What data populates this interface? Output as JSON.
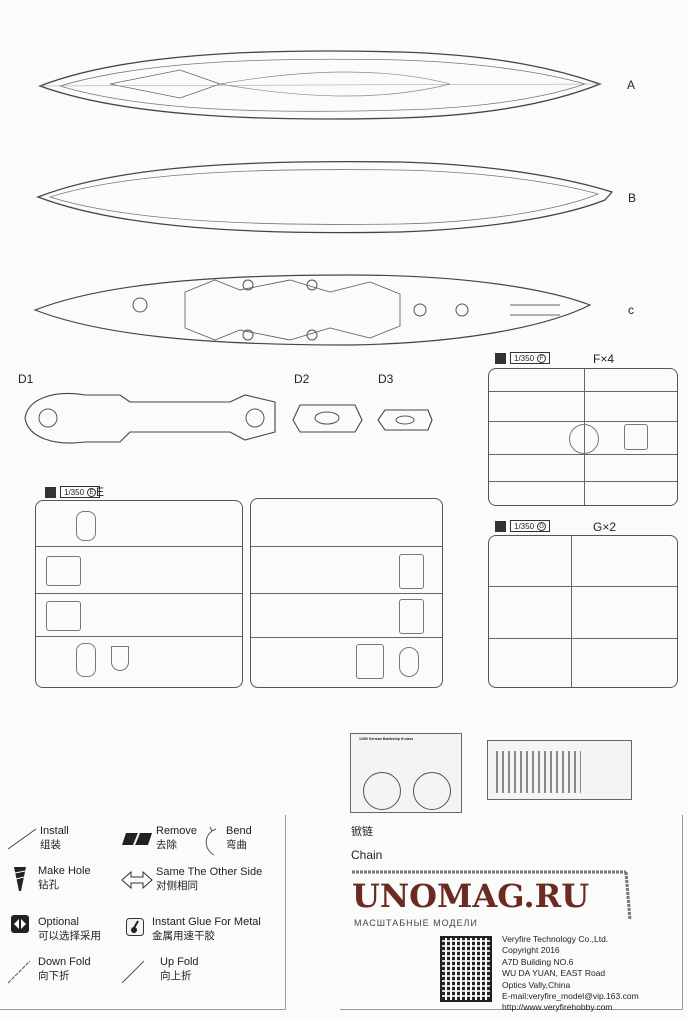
{
  "parts": {
    "hull_a": "A",
    "hull_b": "B",
    "deck_c": "c",
    "d1": "D1",
    "d2": "D2",
    "d3": "D3"
  },
  "sprues": {
    "e": {
      "scale": "1/350",
      "code": "E",
      "name": "E"
    },
    "f": {
      "scale": "1/350",
      "code": "F",
      "name": "F×4"
    },
    "g": {
      "scale": "1/350",
      "code": "G",
      "name": "G×2"
    }
  },
  "photo_etch": {
    "title": "1/350 German Battleship H-class"
  },
  "chain": {
    "cn": "锨链",
    "en": "Chain"
  },
  "legend": [
    {
      "en": "Install",
      "cn": "组装",
      "icon": "install-line-icon"
    },
    {
      "en": "Remove",
      "cn": "去除",
      "icon": "remove-icon"
    },
    {
      "en": "Bend",
      "cn": "弯曲",
      "icon": "bend-arrow-icon"
    },
    {
      "en": "Make Hole",
      "cn": "钻孔",
      "icon": "drill-icon"
    },
    {
      "en": "Same The Other Side",
      "cn": "对侧相同",
      "icon": "double-arrow-icon"
    },
    {
      "en": "Optional",
      "cn": "可以选择采用",
      "icon": "optional-icon"
    },
    {
      "en": "Instant Glue For Metal",
      "cn": "金属用速干胶",
      "icon": "glue-icon"
    },
    {
      "en": "Down Fold",
      "cn": "向下折",
      "icon": "down-fold-icon"
    },
    {
      "en": "Up Fold",
      "cn": "向上折",
      "icon": "up-fold-icon"
    }
  ],
  "company": {
    "lines": [
      "Veryfire Technology Co.,Ltd.",
      "Copyright 2016",
      "A7D Building NO.6",
      "WU DA YUAN, EAST Road",
      "Optics Vally,China",
      "E-mail:veryfire_model@vip.163.com",
      "http://www.veryfirehobby.com"
    ]
  },
  "watermark": {
    "text": "UNOMAG.RU",
    "sub": "МАСШТАБНЫЕ МОДЕЛИ"
  }
}
